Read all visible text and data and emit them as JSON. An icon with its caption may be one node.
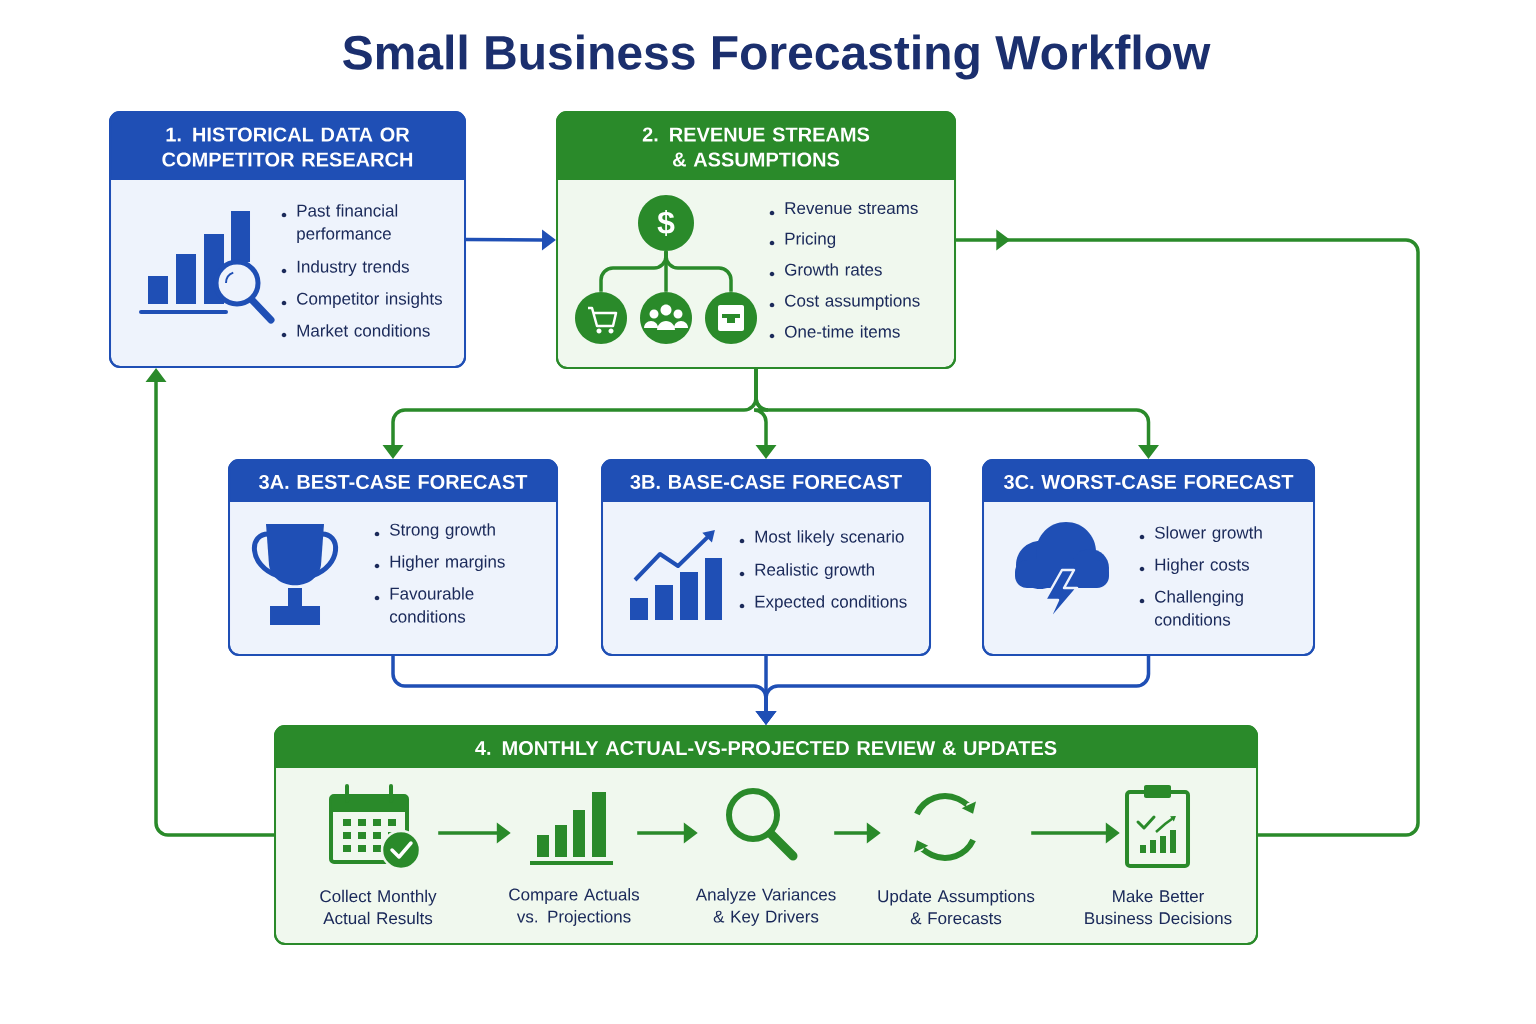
{
  "diagram": {
    "title": "Small Business Forecasting Workflow",
    "nodes": [
      {
        "text": [
          "1. HISTORICAL DATA OR COMPETITOR RESEARCH",
          "Past financial performance",
          "Industry trends",
          "Competitor insights",
          "Market conditions"
        ]
      },
      {
        "text": [
          "2. REVENUE STREAMS & ASSUMPTIONS",
          "Revenue streams",
          "Pricing",
          "Growth rates",
          "Cost assumptions",
          "One-time items"
        ]
      },
      {
        "text": [
          "$"
        ],
        "in": 1
      },
      {
        "text": [],
        "shape": "circle",
        "in": 1
      },
      {
        "text": [],
        "shape": "circle",
        "in": 1
      },
      {
        "text": [],
        "shape": "circle",
        "in": 1
      },
      {
        "text": [
          "3A. BEST-CASE FORECAST",
          "Strong growth",
          "Higher margins",
          "Favourable conditions"
        ]
      },
      {
        "text": [
          "3B. BASE-CASE FORECAST",
          "Most likely scenario",
          "Realistic growth",
          "Expected conditions"
        ]
      },
      {
        "text": [
          "3C. WORST-CASE FORECAST",
          "Slower growth",
          "Higher costs",
          "Challenging conditions"
        ]
      },
      {
        "text": [
          "4. MONTHLY ACTUAL-VS-PROJECTED REVIEW & UPDATES"
        ]
      },
      {
        "text": [
          "Collect Monthly Actual Results"
        ],
        "in": 9
      },
      {
        "text": [
          "Compare Actuals vs. Projections"
        ],
        "in": 9
      },
      {
        "text": [
          "Analyze Variances & Key Drivers"
        ],
        "in": 9
      },
      {
        "text": [
          "Update Assumptions & Forecasts"
        ],
        "in": 9
      },
      {
        "text": [
          "Make Better Business Decisions"
        ],
        "in": 9
      }
    ],
    "edges": [
      {
        "from": 0,
        "to": 1,
        "arrow": "to",
        "color": "#1f4fb5"
      },
      {
        "from": 1,
        "to": 6,
        "arrow": "to"
      },
      {
        "from": 1,
        "to": 7,
        "arrow": "to"
      },
      {
        "from": 1,
        "to": 8,
        "arrow": "to"
      },
      {
        "from": 6,
        "to": 9,
        "arrow": "to",
        "color": "#1f4fb5"
      },
      {
        "from": 7,
        "to": 9,
        "arrow": "to",
        "color": "#1f4fb5"
      },
      {
        "from": 8,
        "to": 9,
        "arrow": "to",
        "color": "#1f4fb5"
      },
      {
        "from": 9,
        "to": 0,
        "arrow": "to"
      },
      {
        "from": 1,
        "to": 9,
        "arrow": "to"
      },
      {
        "from": 10,
        "to": 11,
        "arrow": "to"
      },
      {
        "from": 11,
        "to": 12,
        "arrow": "to"
      },
      {
        "from": 12,
        "to": 13,
        "arrow": "to"
      },
      {
        "from": 13,
        "to": 14,
        "arrow": "to"
      },
      {
        "from": 2,
        "to": 3,
        "arrow": "none"
      },
      {
        "from": 2,
        "to": 4,
        "arrow": "none"
      },
      {
        "from": 2,
        "to": 5,
        "arrow": "none"
      }
    ]
  }
}
